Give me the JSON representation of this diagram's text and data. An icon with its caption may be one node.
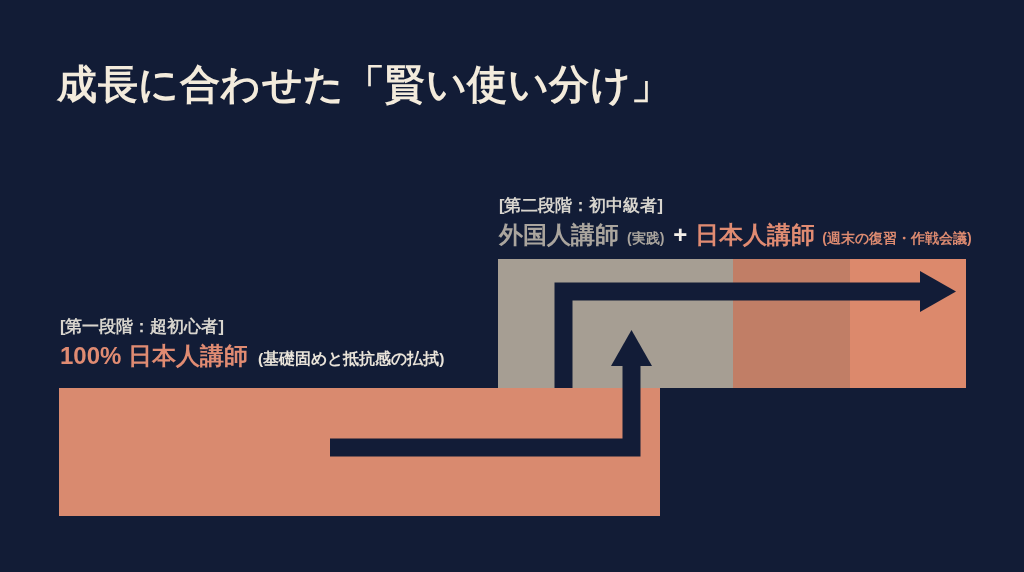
{
  "diagram": {
    "title": "成長に合わせた「賢い使い分け」",
    "nodes": [
      {
        "text": [
          "[第一段階：超初心者]",
          "100% 日本人講師",
          "(基礎固めと抵抗感の払拭)"
        ]
      },
      {
        "text": [
          "[第二段階：初中級者]",
          "外国人講師",
          "(実践)",
          "+",
          "日本人講師",
          "(週末の復習・作戦会議)"
        ]
      }
    ],
    "edges": [
      {
        "from": 0,
        "to": 1,
        "arrow": "to"
      },
      {
        "from": 0,
        "to": 1,
        "arrow": "to"
      }
    ]
  }
}
